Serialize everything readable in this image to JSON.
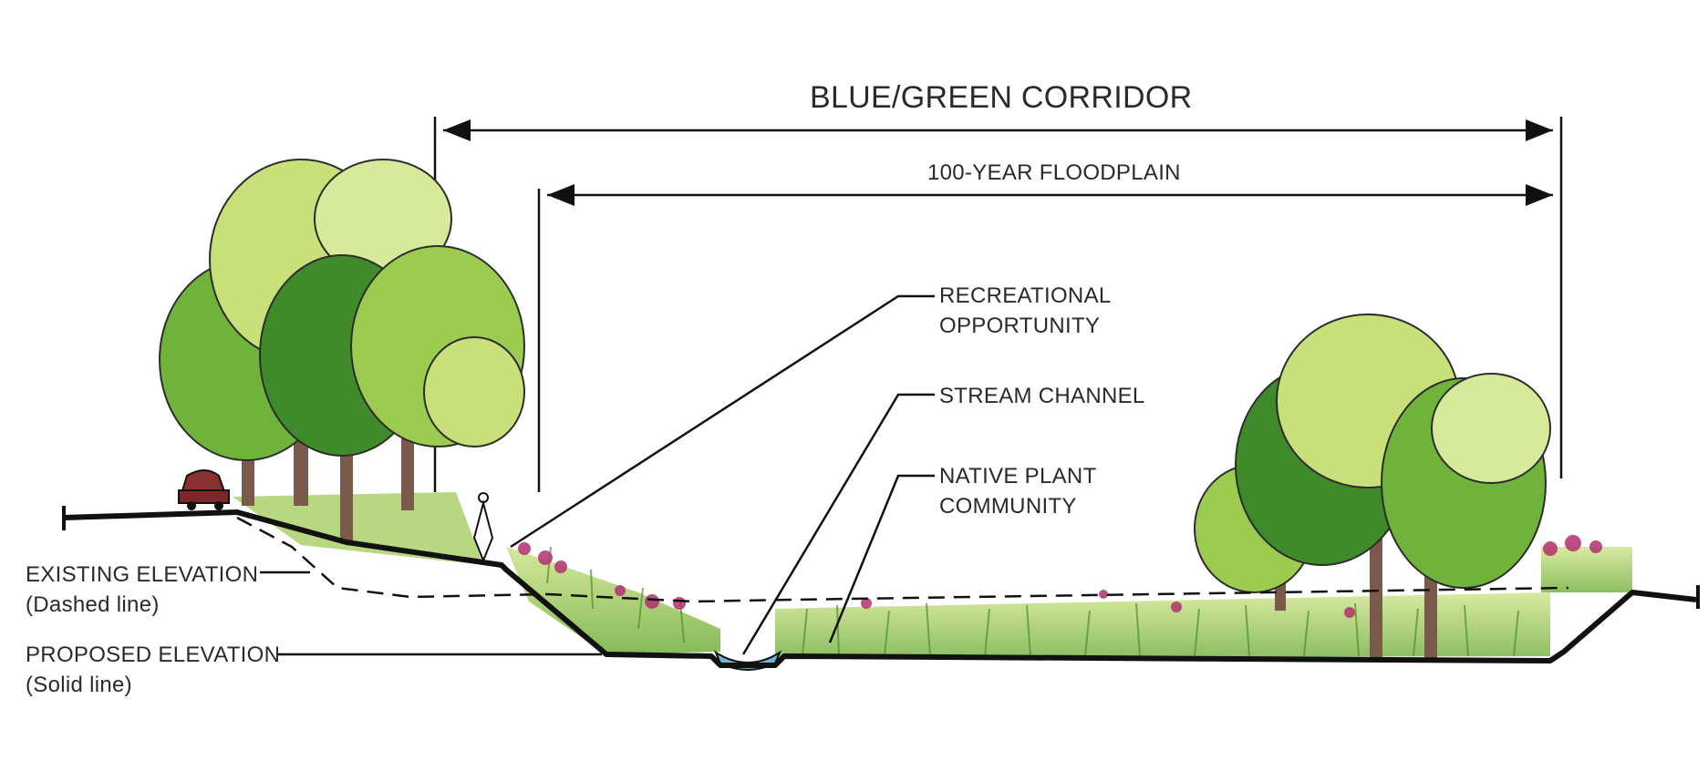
{
  "title": "BLUE/GREEN CORRIDOR",
  "subtitle": "100-YEAR FLOODPLAIN",
  "callouts": {
    "recreational": {
      "line1": "RECREATIONAL",
      "line2": "OPPORTUNITY"
    },
    "stream": {
      "line1": "STREAM CHANNEL"
    },
    "native": {
      "line1": "NATIVE PLANT",
      "line2": "COMMUNITY"
    },
    "existing": {
      "line1": "EXISTING ELEVATION",
      "line2": "(Dashed line)"
    },
    "proposed": {
      "line1": "PROPOSED ELEVATION",
      "line2": "(Solid line)"
    }
  },
  "colors": {
    "tree_dark": "#3f8a2a",
    "tree_mid": "#6fb33a",
    "tree_light": "#c8e07a",
    "trunk": "#7a5a4a",
    "water": "#6fb6d6",
    "flower": "#b3306e",
    "grass": "#8ec444",
    "line": "#111111"
  }
}
